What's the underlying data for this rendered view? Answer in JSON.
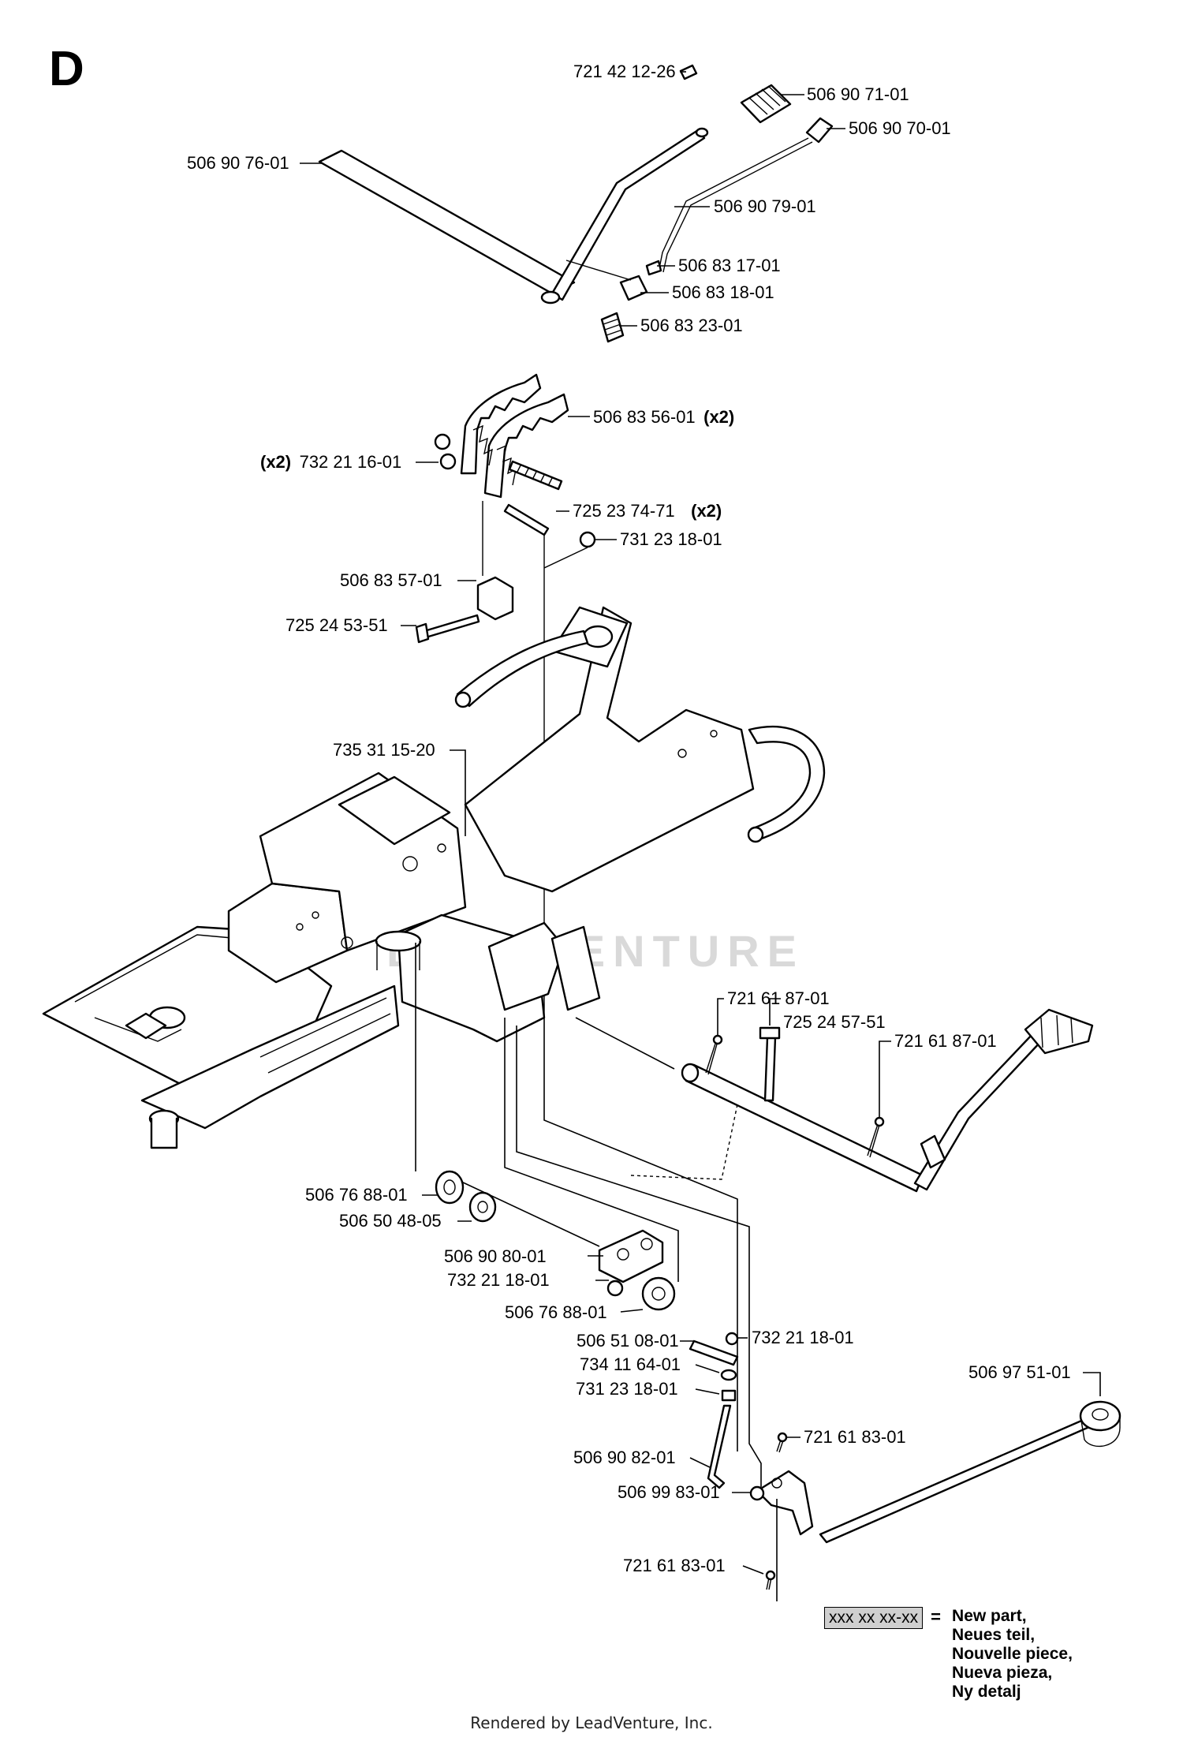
{
  "section_letter": "D",
  "parts": [
    {
      "id": "p01",
      "number": "721 42 12-26"
    },
    {
      "id": "p02",
      "number": "506 90 71-01"
    },
    {
      "id": "p03",
      "number": "506 90 70-01"
    },
    {
      "id": "p04",
      "number": "506 90 76-01"
    },
    {
      "id": "p05",
      "number": "506 90 79-01"
    },
    {
      "id": "p06",
      "number": "506 83 17-01"
    },
    {
      "id": "p07",
      "number": "506 83 18-01"
    },
    {
      "id": "p08",
      "number": "506 83 23-01"
    },
    {
      "id": "p09",
      "number": "506 83 56-01",
      "qty": "(x2)"
    },
    {
      "id": "p10",
      "number": "732 21 16-01",
      "qty": "(x2)"
    },
    {
      "id": "p11",
      "number": "725 23 74-71",
      "qty": "(x2)"
    },
    {
      "id": "p12",
      "number": "731 23 18-01"
    },
    {
      "id": "p13",
      "number": "506 83 57-01"
    },
    {
      "id": "p14",
      "number": "725 24 53-51"
    },
    {
      "id": "p15",
      "number": "735 31 15-20"
    },
    {
      "id": "p16",
      "number": "721 61 87-01"
    },
    {
      "id": "p17",
      "number": "725 24 57-51"
    },
    {
      "id": "p18",
      "number": "721 61 87-01"
    },
    {
      "id": "p19",
      "number": "506 76 88-01"
    },
    {
      "id": "p20",
      "number": "506 50 48-05"
    },
    {
      "id": "p21",
      "number": "506 90 80-01"
    },
    {
      "id": "p22",
      "number": "732 21 18-01"
    },
    {
      "id": "p23",
      "number": "506 76 88-01"
    },
    {
      "id": "p24",
      "number": "732 21 18-01"
    },
    {
      "id": "p25",
      "number": "506 51 08-01"
    },
    {
      "id": "p26",
      "number": "734 11 64-01"
    },
    {
      "id": "p27",
      "number": "731 23 18-01"
    },
    {
      "id": "p28",
      "number": "506 97 51-01"
    },
    {
      "id": "p29",
      "number": "721 61 83-01"
    },
    {
      "id": "p30",
      "number": "506 90 82-01"
    },
    {
      "id": "p31",
      "number": "506 99 83-01"
    },
    {
      "id": "p32",
      "number": "721 61 83-01"
    }
  ],
  "watermark": "LEADVENTURE",
  "legend": {
    "sample": "xxx xx xx-xx",
    "equals": "=",
    "lines": [
      "New part,",
      "Neues teil,",
      "Nouvelle piece,",
      "Nueva pieza,",
      "Ny detalj"
    ]
  },
  "footer": "Rendered by LeadVenture, Inc."
}
